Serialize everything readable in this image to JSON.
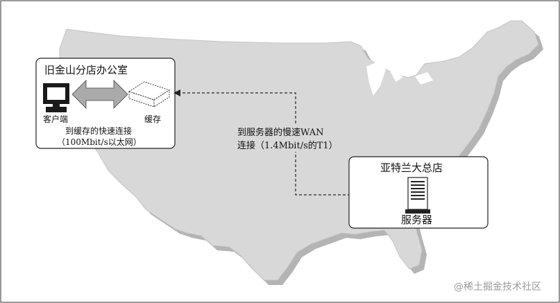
{
  "diagram": {
    "branch_office": {
      "title": "旧金山分店办公室",
      "client_label": "客户端",
      "cache_label": "缓存",
      "lan_line1": "到缓存的快速连接",
      "lan_line2": "（100Mbit/s以太网）"
    },
    "wan": {
      "line1": "到服务器的慢速WAN",
      "line2": "连接（1.4Mbit/s的T1）"
    },
    "head_office": {
      "title": "亚特兰大总店",
      "server_label": "服务器"
    }
  },
  "watermark": "@稀土掘金技术社区",
  "colors": {
    "map_fill": "#d8d8d8",
    "map_shadow": "#b4b4b4",
    "box_fill": "#ffffff",
    "line": "#222222",
    "arrow_fill": "#aaaaaa"
  }
}
